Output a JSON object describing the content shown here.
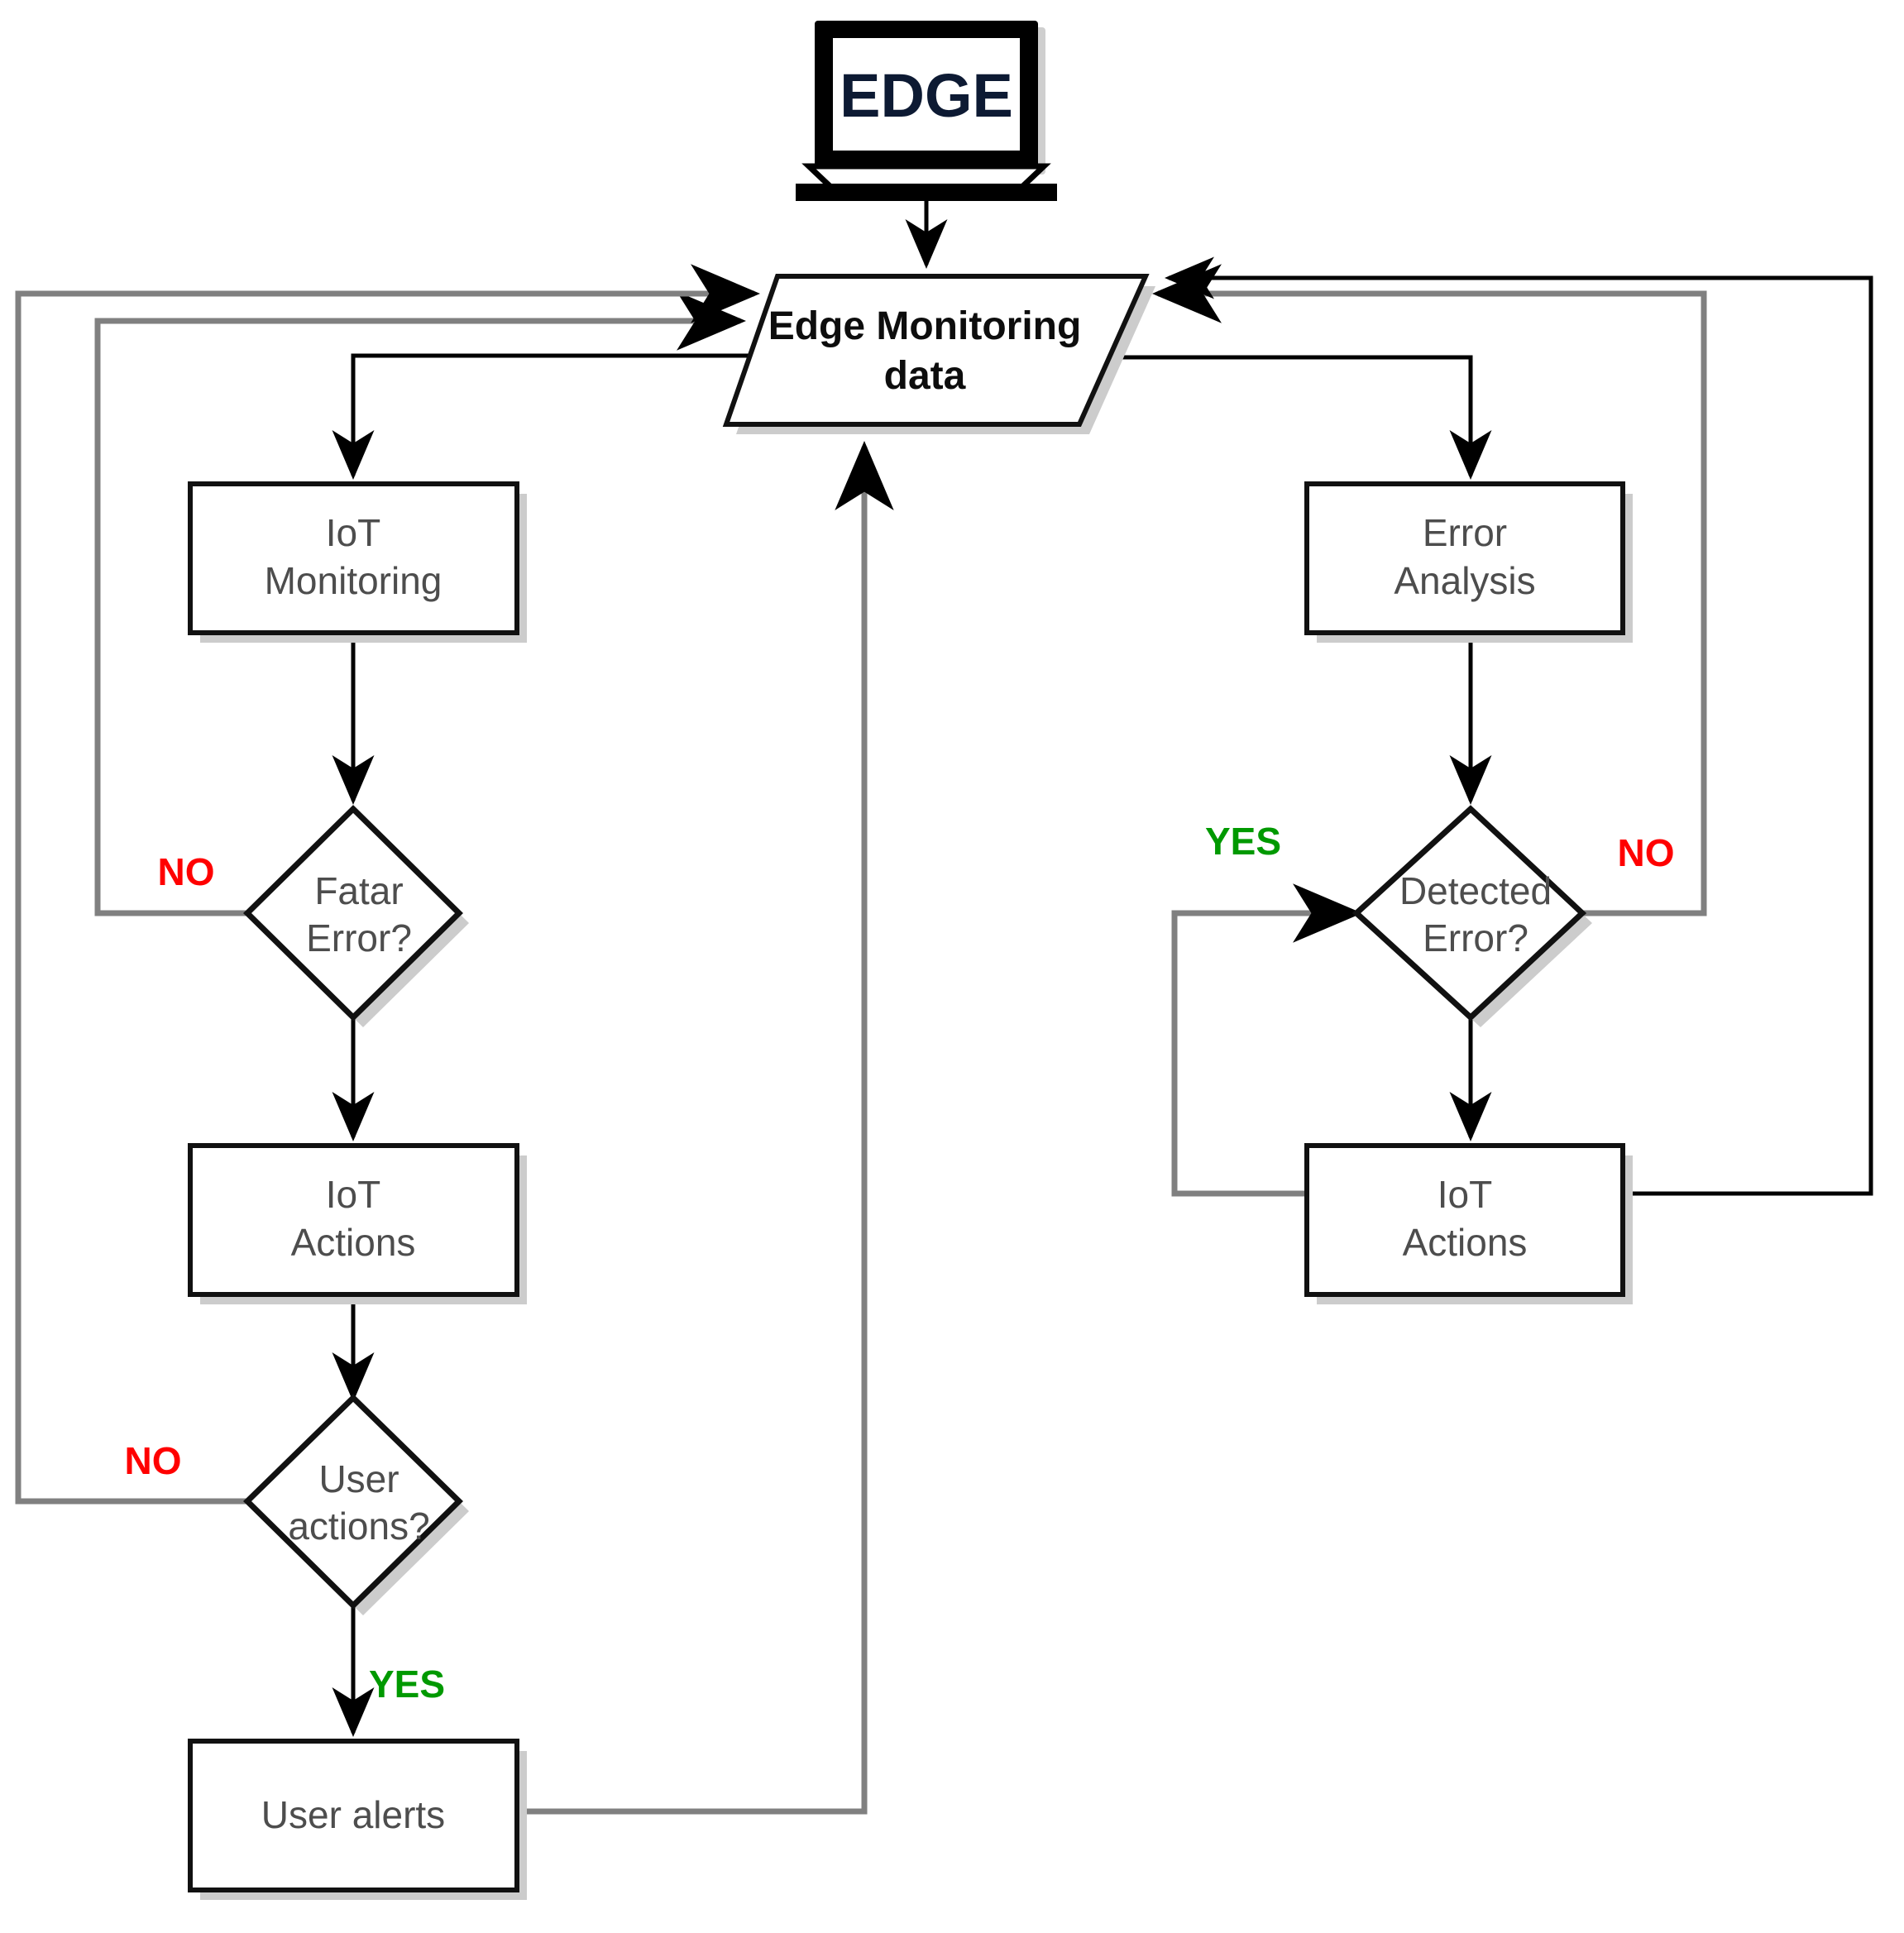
{
  "diagram": {
    "type": "flowchart",
    "title": "Edge monitoring and error handling flowchart",
    "colors": {
      "yes": "#009900",
      "no": "#ff0000",
      "node_text": "#4d4d4d",
      "node_border": "#111111",
      "connector_black": "#000000",
      "connector_gray": "#808080",
      "shadow": "#cccccc",
      "background": "#ffffff"
    },
    "nodes": [
      {
        "id": "edge-device",
        "shape": "monitor-icon",
        "label": "EDGE"
      },
      {
        "id": "edge-monitoring-data",
        "shape": "parallelogram",
        "label_line1": "Edge Monitoring",
        "label_line2": "data"
      },
      {
        "id": "iot-monitoring",
        "shape": "rectangle",
        "label_line1": "IoT",
        "label_line2": "Monitoring"
      },
      {
        "id": "fatal-error",
        "shape": "diamond",
        "label_line1": "Fatar",
        "label_line2": "Error?"
      },
      {
        "id": "iot-actions-left",
        "shape": "rectangle",
        "label_line1": "IoT",
        "label_line2": "Actions"
      },
      {
        "id": "user-actions",
        "shape": "diamond",
        "label_line1": "User",
        "label_line2": "actions?"
      },
      {
        "id": "user-alerts",
        "shape": "rectangle",
        "label_line1": "User alerts",
        "label_line2": ""
      },
      {
        "id": "error-analysis",
        "shape": "rectangle",
        "label_line1": "Error",
        "label_line2": "Analysis"
      },
      {
        "id": "detected-error",
        "shape": "diamond",
        "label_line1": "Detected",
        "label_line2": "Error?"
      },
      {
        "id": "iot-actions-right",
        "shape": "rectangle",
        "label_line1": "IoT",
        "label_line2": "Actions"
      }
    ],
    "edge_labels": {
      "fatal_error_no": "NO",
      "user_actions_no": "NO",
      "user_actions_yes": "YES",
      "detected_error_yes": "YES",
      "detected_error_no": "NO"
    },
    "edges": [
      {
        "from": "edge-device",
        "to": "edge-monitoring-data",
        "label": ""
      },
      {
        "from": "edge-monitoring-data",
        "to": "iot-monitoring",
        "label": ""
      },
      {
        "from": "iot-monitoring",
        "to": "fatal-error",
        "label": ""
      },
      {
        "from": "fatal-error",
        "to": "edge-monitoring-data",
        "label": "NO"
      },
      {
        "from": "fatal-error",
        "to": "iot-actions-left",
        "label": ""
      },
      {
        "from": "iot-actions-left",
        "to": "user-actions",
        "label": ""
      },
      {
        "from": "user-actions",
        "to": "edge-monitoring-data",
        "label": "NO"
      },
      {
        "from": "user-actions",
        "to": "user-alerts",
        "label": "YES"
      },
      {
        "from": "user-alerts",
        "to": "edge-monitoring-data",
        "label": ""
      },
      {
        "from": "edge-monitoring-data",
        "to": "error-analysis",
        "label": ""
      },
      {
        "from": "error-analysis",
        "to": "detected-error",
        "label": ""
      },
      {
        "from": "detected-error",
        "to": "iot-actions-right",
        "label": "YES"
      },
      {
        "from": "detected-error",
        "to": "edge-monitoring-data",
        "label": "NO"
      },
      {
        "from": "iot-actions-right",
        "to": "edge-monitoring-data",
        "label": ""
      }
    ]
  }
}
